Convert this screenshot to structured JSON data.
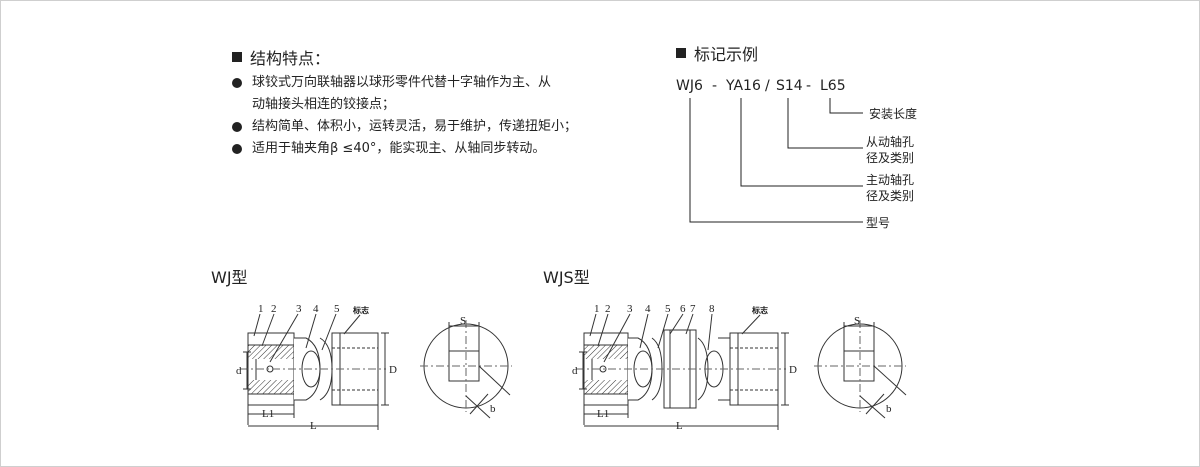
{
  "left": {
    "title": "结构特点：",
    "items": [
      {
        "line1": "球铰式万向联轴器以球形零件代替十字轴作为主、从",
        "line2": "动轴接头相连的铰接点；"
      },
      {
        "line1": "结构简单、体积小，运转灵活，易于维护，传递扭矩小；",
        "line2": ""
      },
      {
        "line1": "适用于轴夹角β ≤40°，能实现主、从轴同步转动。",
        "line2": ""
      }
    ]
  },
  "right": {
    "title": "标记示例",
    "code": {
      "p1": "WJ6",
      "s1": "-",
      "p2": "YA16",
      "s2": "/",
      "p3": "S14",
      "s3": "-",
      "p4": "L65"
    },
    "labels": {
      "length": "安装长度",
      "driven_1": "从动轴孔",
      "driven_2": "径及类别",
      "driving_1": "主动轴孔",
      "driving_2": "径及类别",
      "model": "型号"
    }
  },
  "drawings": [
    {
      "title": "WJ型",
      "parts": [
        "1",
        "2",
        "3",
        "4",
        "5"
      ],
      "mark": "标志",
      "dims": {
        "d": "d",
        "D": "D",
        "L1": "L1",
        "L": "L",
        "S": "S",
        "b": "b"
      }
    },
    {
      "title": "WJS型",
      "parts": [
        "1",
        "2",
        "3",
        "4",
        "5",
        "6",
        "7",
        "8"
      ],
      "mark": "标志",
      "dims": {
        "d": "d",
        "D": "D",
        "L1": "L1",
        "L": "L",
        "S": "S",
        "b": "b"
      }
    }
  ]
}
